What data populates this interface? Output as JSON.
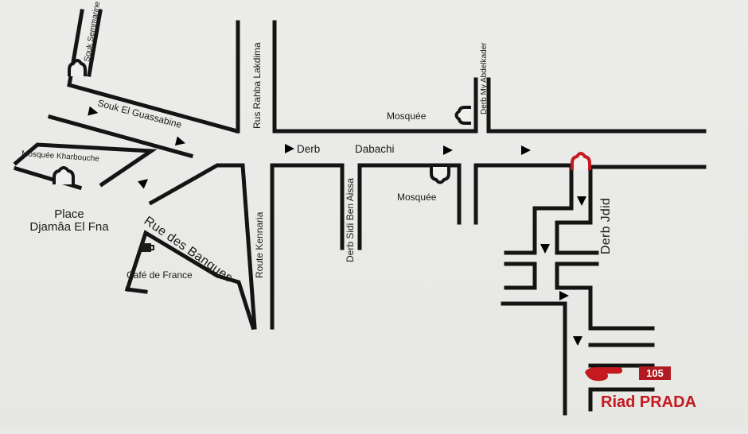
{
  "streets": {
    "souk_semmarine": "Souk Semmarine",
    "souk_el_guassabine": "Souk El Guassabine",
    "rus_rahba_lakdima": "Rus Rahba Lakdima",
    "derb_my_abdelkader": "Derb My Abdelkader",
    "derb": "Derb",
    "dabachi": "Dabachi",
    "derb_sidi_ben_aissa": "Derb Sidi Ben Aissa",
    "route_kennaria": "Route Kennaria",
    "rue_des_banques": "Rue des Banques",
    "derb_jdid": "Derb Jdid"
  },
  "landmarks": {
    "mosque_1": "Mosquée",
    "mosque_2": "Mosquée",
    "mosque_kharbouche": "Mosquée Kharbouche",
    "place_line1": "Place",
    "place_line2": "Djamâa El Fna",
    "cafe": "Café de France"
  },
  "destination": {
    "number": "105",
    "name": "Riad PRADA",
    "accent_color": "#c4191f",
    "badge_color": "#b01a20"
  },
  "icons": [
    "arrow-icon",
    "mosque-icon",
    "pointing-hand-icon",
    "cafe-icon"
  ]
}
